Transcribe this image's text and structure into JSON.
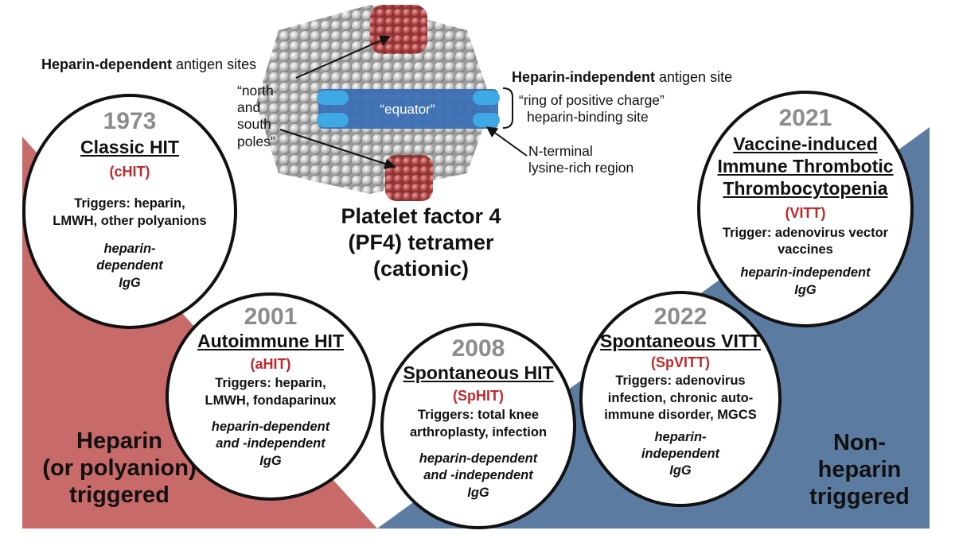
{
  "molecule": {
    "equator_label": "“equator”",
    "dependent_sites": {
      "bold": "Heparin-dependent",
      "rest": " antigen sites"
    },
    "poles_label": [
      "“north",
      "and",
      "south",
      "poles”"
    ],
    "independent_site": {
      "bold": "Heparin-independent",
      "rest": " antigen site"
    },
    "ring_label": [
      "“ring of positive charge”",
      "heparin-binding site"
    ],
    "nterm_label": [
      "N-terminal",
      "lysine-rich region"
    ],
    "title": [
      "Platelet factor 4",
      "(PF4) tetramer",
      "(cationic)"
    ]
  },
  "regions": {
    "heparin": [
      "Heparin",
      "(or polyanion)",
      "triggered"
    ],
    "nonheparin": [
      "Non-",
      "heparin",
      "triggered"
    ]
  },
  "circles": {
    "chit": {
      "year": "1973",
      "title": [
        "Classic HIT"
      ],
      "abbr": "(cHIT)",
      "triggers": [
        "Triggers: heparin,",
        "LMWH, other polyanions"
      ],
      "igg": [
        "heparin-",
        "dependent",
        "IgG"
      ]
    },
    "ahit": {
      "year": "2001",
      "title": [
        "Autoimmune HIT"
      ],
      "abbr": "(aHIT)",
      "triggers": [
        "Triggers: heparin,",
        "LMWH, fondaparinux"
      ],
      "igg": [
        "heparin-dependent",
        "and -independent",
        "IgG"
      ]
    },
    "sphit": {
      "year": "2008",
      "title": [
        "Spontaneous HIT"
      ],
      "abbr": "(SpHIT)",
      "triggers": [
        "Triggers: total knee",
        "arthroplasty, infection"
      ],
      "igg": [
        "heparin-dependent",
        "and -independent",
        "IgG"
      ]
    },
    "spvitt": {
      "year": "2022",
      "title": [
        "Spontaneous VITT"
      ],
      "abbr": "(SpVITT)",
      "triggers": [
        "Triggers: adenovirus",
        "infection, chronic auto-",
        "immune disorder, MGCS"
      ],
      "igg": [
        "heparin-",
        "independent",
        "IgG"
      ]
    },
    "vitt": {
      "year": "2021",
      "title": [
        "Vaccine-induced",
        "Immune Thrombotic",
        "Thrombocytopenia"
      ],
      "abbr": "(VITT)",
      "triggers": [
        "Trigger: adenovirus vector",
        "vaccines"
      ],
      "igg": [
        "heparin-independent",
        "IgG"
      ]
    }
  },
  "colors": {
    "heparin_region": "#c86a6a",
    "nonheparin_region": "#5b7ba0",
    "accent_red": "#c0282b",
    "year_gray": "#8c8c8c",
    "equator_blue": "#3b6fb3",
    "site_cyan": "#3fa9e6",
    "pole_red": "#b34848"
  }
}
